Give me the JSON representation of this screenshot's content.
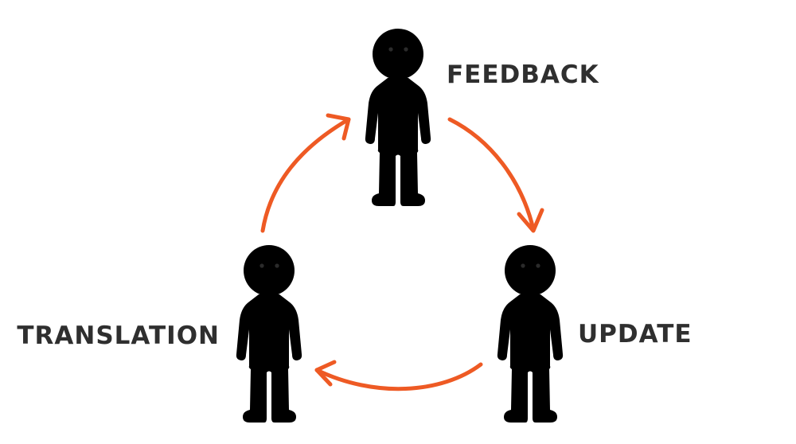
{
  "diagram": {
    "nodes": [
      {
        "id": "feedback",
        "label": "FEEDBACK"
      },
      {
        "id": "update",
        "label": "UPDATE"
      },
      {
        "id": "translation",
        "label": "TRANSLATION"
      }
    ],
    "edges": [
      {
        "from": "feedback",
        "to": "update"
      },
      {
        "from": "update",
        "to": "translation"
      },
      {
        "from": "translation",
        "to": "feedback"
      }
    ],
    "colors": {
      "arrow": "#ee5a24",
      "ink": "#2b2b2b",
      "label": "#2f2f2f"
    }
  }
}
